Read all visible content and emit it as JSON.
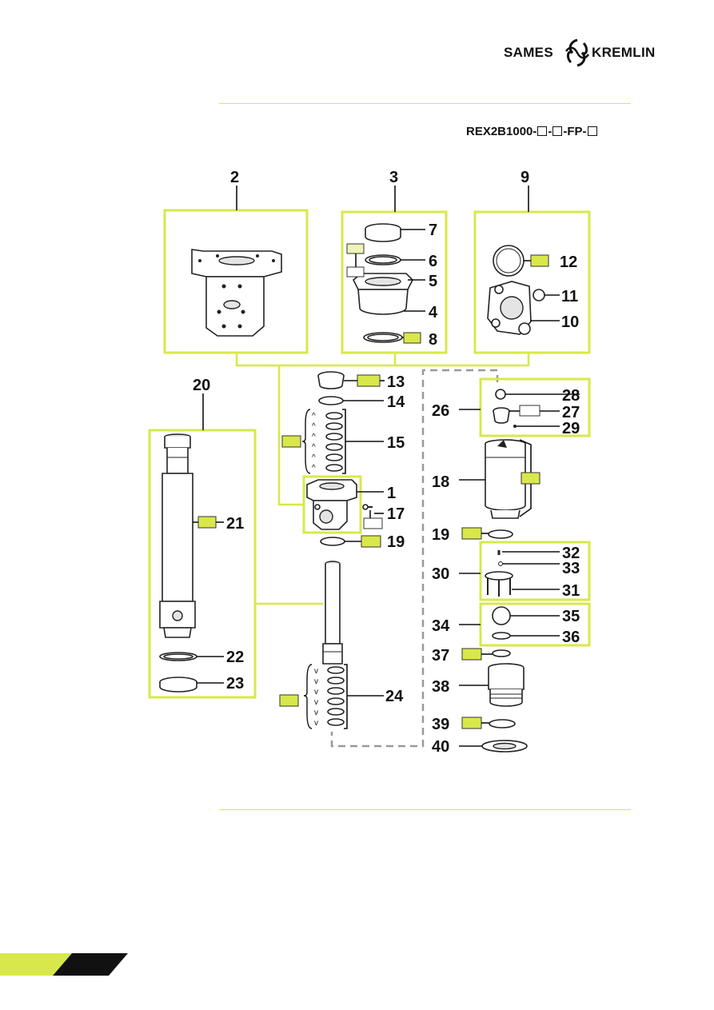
{
  "header": {
    "brand_left": "SAMES",
    "brand_right": "KREMLIN",
    "reference": "REX2B1000-",
    "reference_sep1": "-",
    "reference_sep2": "-FP-"
  },
  "colors": {
    "accent": "#d8e84a",
    "text": "#111111",
    "dashed": "#999999"
  },
  "labels": {
    "p1": "1",
    "p2": "2",
    "p3": "3",
    "p4": "4",
    "p5": "5",
    "p6": "6",
    "p7": "7",
    "p8": "8",
    "p9": "9",
    "p10": "10",
    "p11": "11",
    "p12": "12",
    "p13": "13",
    "p14": "14",
    "p15": "15",
    "p17": "17",
    "p18": "18",
    "p19a": "19",
    "p19b": "19",
    "p20": "20",
    "p21": "21",
    "p22": "22",
    "p23": "23",
    "p24": "24",
    "p26": "26",
    "p27": "27",
    "p28": "28",
    "p29": "29",
    "p30": "30",
    "p31": "31",
    "p32": "32",
    "p33": "33",
    "p34": "34",
    "p35": "35",
    "p36": "36",
    "p37": "37",
    "p38": "38",
    "p39": "39",
    "p40": "40"
  }
}
